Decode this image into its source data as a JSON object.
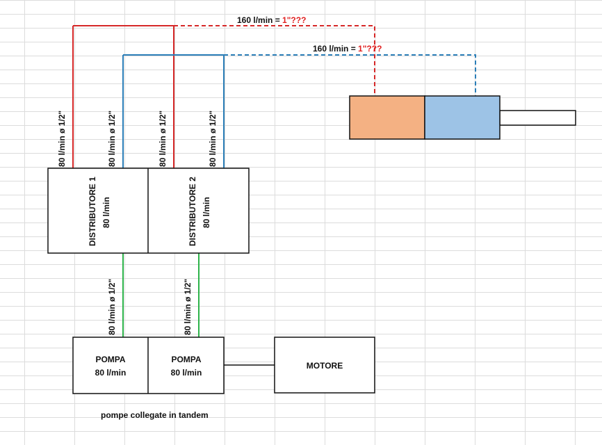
{
  "diagram": {
    "top_flow_red": {
      "prefix": "160 l/min = ",
      "highlight": "1\"???"
    },
    "top_flow_blue": {
      "prefix": "160 l/min = ",
      "highlight": "1\"???"
    },
    "pipe_labels": {
      "d1_red": "80 l/min ø 1/2\"",
      "d1_blue": "80 l/min ø 1/2\"",
      "d2_red": "80 l/min ø 1/2\"",
      "d2_blue": "80 l/min ø 1/2\"",
      "pump1_green": "80 l/min ø 1/2\"",
      "pump2_green": "80 l/min ø 1/2\""
    },
    "distributor1": {
      "name": "DISTRIBUTORE 1",
      "flow": "80 l/min"
    },
    "distributor2": {
      "name": "DISTRIBUTORE 2",
      "flow": "80 l/min"
    },
    "pump1": {
      "name": "POMPA",
      "flow": "80 l/min"
    },
    "pump2": {
      "name": "POMPA",
      "flow": "80 l/min"
    },
    "motor": {
      "name": "MOTORE"
    },
    "caption": "pompe collegate in tandem",
    "colors": {
      "red_line": "#d62828",
      "blue_line": "#2c7fb8",
      "green_line": "#2db34a",
      "cylinder_rod_side": "#f4b183",
      "cylinder_cap_side": "#9dc3e6"
    }
  }
}
